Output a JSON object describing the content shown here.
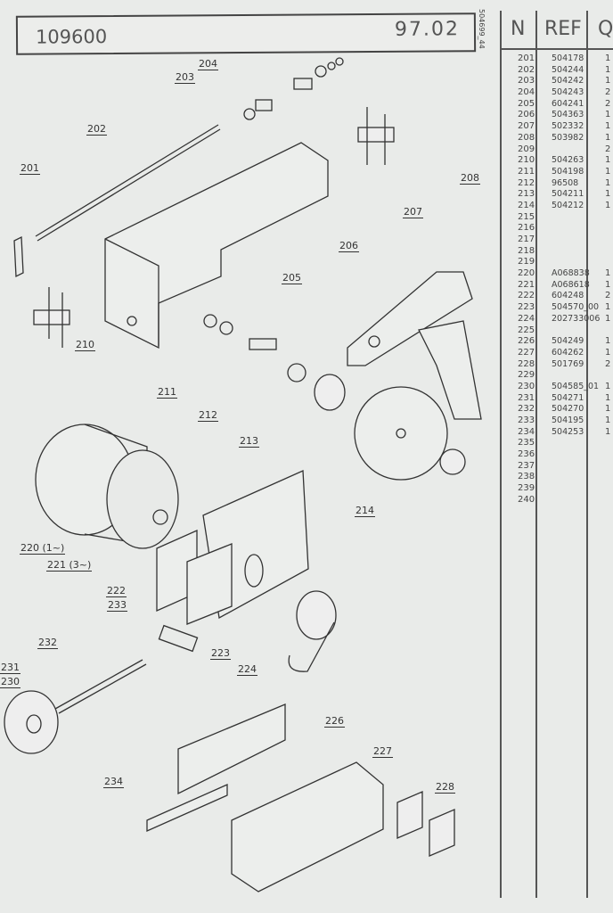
{
  "title": {
    "number": "109600",
    "date": "97.02",
    "side_code": "504699_44"
  },
  "table": {
    "headers": {
      "n": "N",
      "ref": "REF",
      "q": "Q"
    },
    "rows": [
      {
        "n": "201",
        "ref": "504178",
        "q": "1"
      },
      {
        "n": "202",
        "ref": "504244",
        "q": "1"
      },
      {
        "n": "203",
        "ref": "504242",
        "q": "1"
      },
      {
        "n": "204",
        "ref": "504243",
        "q": "2"
      },
      {
        "n": "205",
        "ref": "604241",
        "q": "2"
      },
      {
        "n": "206",
        "ref": "504363",
        "q": "1"
      },
      {
        "n": "207",
        "ref": "502332",
        "q": "1"
      },
      {
        "n": "208",
        "ref": "503982",
        "q": "1"
      },
      {
        "n": "209",
        "ref": "",
        "q": "2"
      },
      {
        "n": "210",
        "ref": "504263",
        "q": "1"
      },
      {
        "n": "211",
        "ref": "504198",
        "q": "1"
      },
      {
        "n": "212",
        "ref": "96508",
        "q": "1"
      },
      {
        "n": "213",
        "ref": "504211",
        "q": "1"
      },
      {
        "n": "214",
        "ref": "504212",
        "q": "1"
      },
      {
        "n": "215",
        "ref": "",
        "q": ""
      },
      {
        "n": "216",
        "ref": "",
        "q": ""
      },
      {
        "n": "217",
        "ref": "",
        "q": ""
      },
      {
        "n": "218",
        "ref": "",
        "q": ""
      },
      {
        "n": "219",
        "ref": "",
        "q": ""
      },
      {
        "n": "220",
        "ref": "A068838",
        "q": "1"
      },
      {
        "n": "221",
        "ref": "A068618",
        "q": "1"
      },
      {
        "n": "222",
        "ref": "604248",
        "q": "2"
      },
      {
        "n": "223",
        "ref": "504570_00",
        "q": "1"
      },
      {
        "n": "224",
        "ref": "202733006",
        "q": "1"
      },
      {
        "n": "225",
        "ref": "",
        "q": ""
      },
      {
        "n": "226",
        "ref": "504249",
        "q": "1"
      },
      {
        "n": "227",
        "ref": "604262",
        "q": "1"
      },
      {
        "n": "228",
        "ref": "501769",
        "q": "2"
      },
      {
        "n": "229",
        "ref": "",
        "q": ""
      },
      {
        "n": "230",
        "ref": "504585_01",
        "q": "1"
      },
      {
        "n": "231",
        "ref": "504271",
        "q": "1"
      },
      {
        "n": "232",
        "ref": "504270",
        "q": "1"
      },
      {
        "n": "233",
        "ref": "504195",
        "q": "1"
      },
      {
        "n": "234",
        "ref": "504253",
        "q": "1"
      },
      {
        "n": "235",
        "ref": "",
        "q": ""
      },
      {
        "n": "236",
        "ref": "",
        "q": ""
      },
      {
        "n": "237",
        "ref": "",
        "q": ""
      },
      {
        "n": "238",
        "ref": "",
        "q": ""
      },
      {
        "n": "239",
        "ref": "",
        "q": ""
      },
      {
        "n": "240",
        "ref": "",
        "q": ""
      }
    ]
  },
  "callouts": [
    "201",
    "202",
    "203",
    "204",
    "205",
    "206",
    "207",
    "208",
    "210",
    "211",
    "212",
    "213",
    "214",
    "220 (1~)",
    "221 (3~)",
    "222",
    "233",
    "223",
    "224",
    "232",
    "231",
    "230",
    "226",
    "227",
    "228",
    "234"
  ]
}
